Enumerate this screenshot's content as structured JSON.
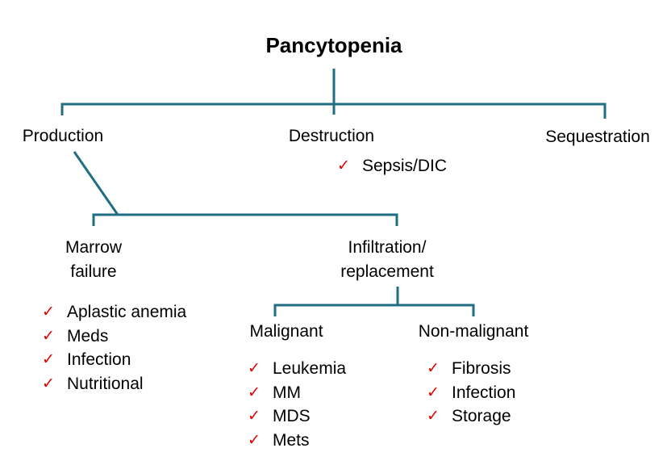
{
  "colors": {
    "connector": "#1f6e82",
    "check": "#e00000"
  },
  "title": "Pancytopenia",
  "level1": {
    "production": "Production",
    "destruction": "Destruction",
    "sequestration": "Sequestration"
  },
  "destruction_items": [
    {
      "icon": "check-icon",
      "label": "Sepsis/DIC"
    }
  ],
  "level2": {
    "marrow_failure": [
      "Marrow",
      "failure"
    ],
    "infiltration": [
      "Infiltration/",
      "replacement"
    ]
  },
  "marrow_failure_items": [
    {
      "icon": "check-icon",
      "label": "Aplastic anemia"
    },
    {
      "icon": "check-icon",
      "label": "Meds"
    },
    {
      "icon": "check-icon",
      "label": "Infection"
    },
    {
      "icon": "check-icon",
      "label": "Nutritional"
    }
  ],
  "level3": {
    "malignant": "Malignant",
    "non_malignant": "Non-malignant"
  },
  "malignant_items": [
    {
      "icon": "check-icon",
      "label": "Leukemia"
    },
    {
      "icon": "check-icon",
      "label": "MM"
    },
    {
      "icon": "check-icon",
      "label": "MDS"
    },
    {
      "icon": "check-icon",
      "label": "Mets"
    }
  ],
  "non_malignant_items": [
    {
      "icon": "check-icon",
      "label": "Fibrosis"
    },
    {
      "icon": "check-icon",
      "label": "Infection"
    },
    {
      "icon": "check-icon",
      "label": "Storage"
    }
  ]
}
